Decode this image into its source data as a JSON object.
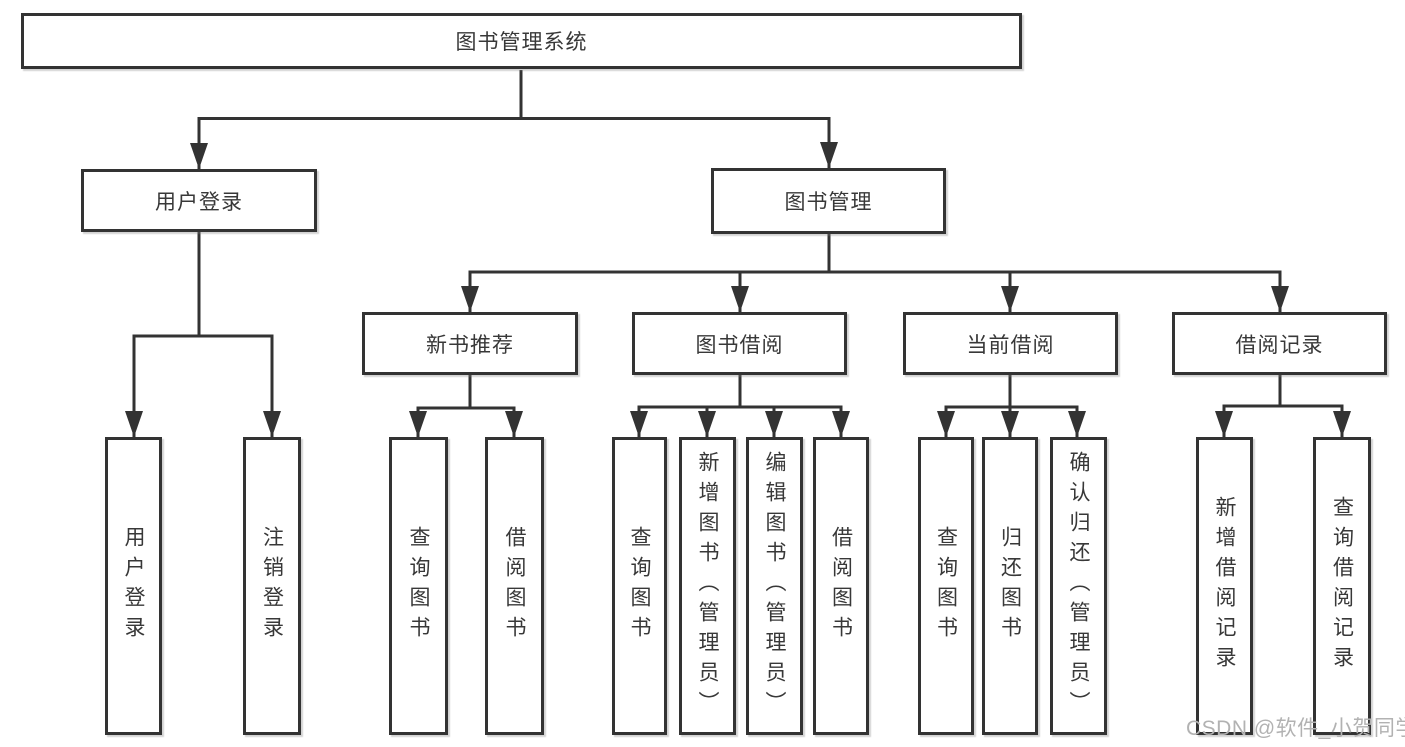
{
  "tree": {
    "root": "图书管理系统",
    "children": [
      {
        "label": "用户登录",
        "children": [
          {
            "label": "用户登录"
          },
          {
            "label": "注销登录"
          }
        ]
      },
      {
        "label": "图书管理",
        "children": [
          {
            "label": "新书推荐",
            "children": [
              {
                "label": "查询图书"
              },
              {
                "label": "借阅图书"
              }
            ]
          },
          {
            "label": "图书借阅",
            "children": [
              {
                "label": "查询图书"
              },
              {
                "label": "新增图书（管理员）"
              },
              {
                "label": "编辑图书（管理员）"
              },
              {
                "label": "借阅图书"
              }
            ]
          },
          {
            "label": "当前借阅",
            "children": [
              {
                "label": "查询图书"
              },
              {
                "label": "归还图书"
              },
              {
                "label": "确认归还（管理员）"
              }
            ]
          },
          {
            "label": "借阅记录",
            "children": [
              {
                "label": "新增借阅记录"
              },
              {
                "label": "查询借阅记录"
              }
            ]
          }
        ]
      }
    ]
  },
  "watermark": "CSDN @软件_小贺同学",
  "colors": {
    "line": "#333333",
    "box_border": "#333333",
    "text": "#383838",
    "watermark": "#b2b2b2",
    "background": "#ffffff"
  }
}
